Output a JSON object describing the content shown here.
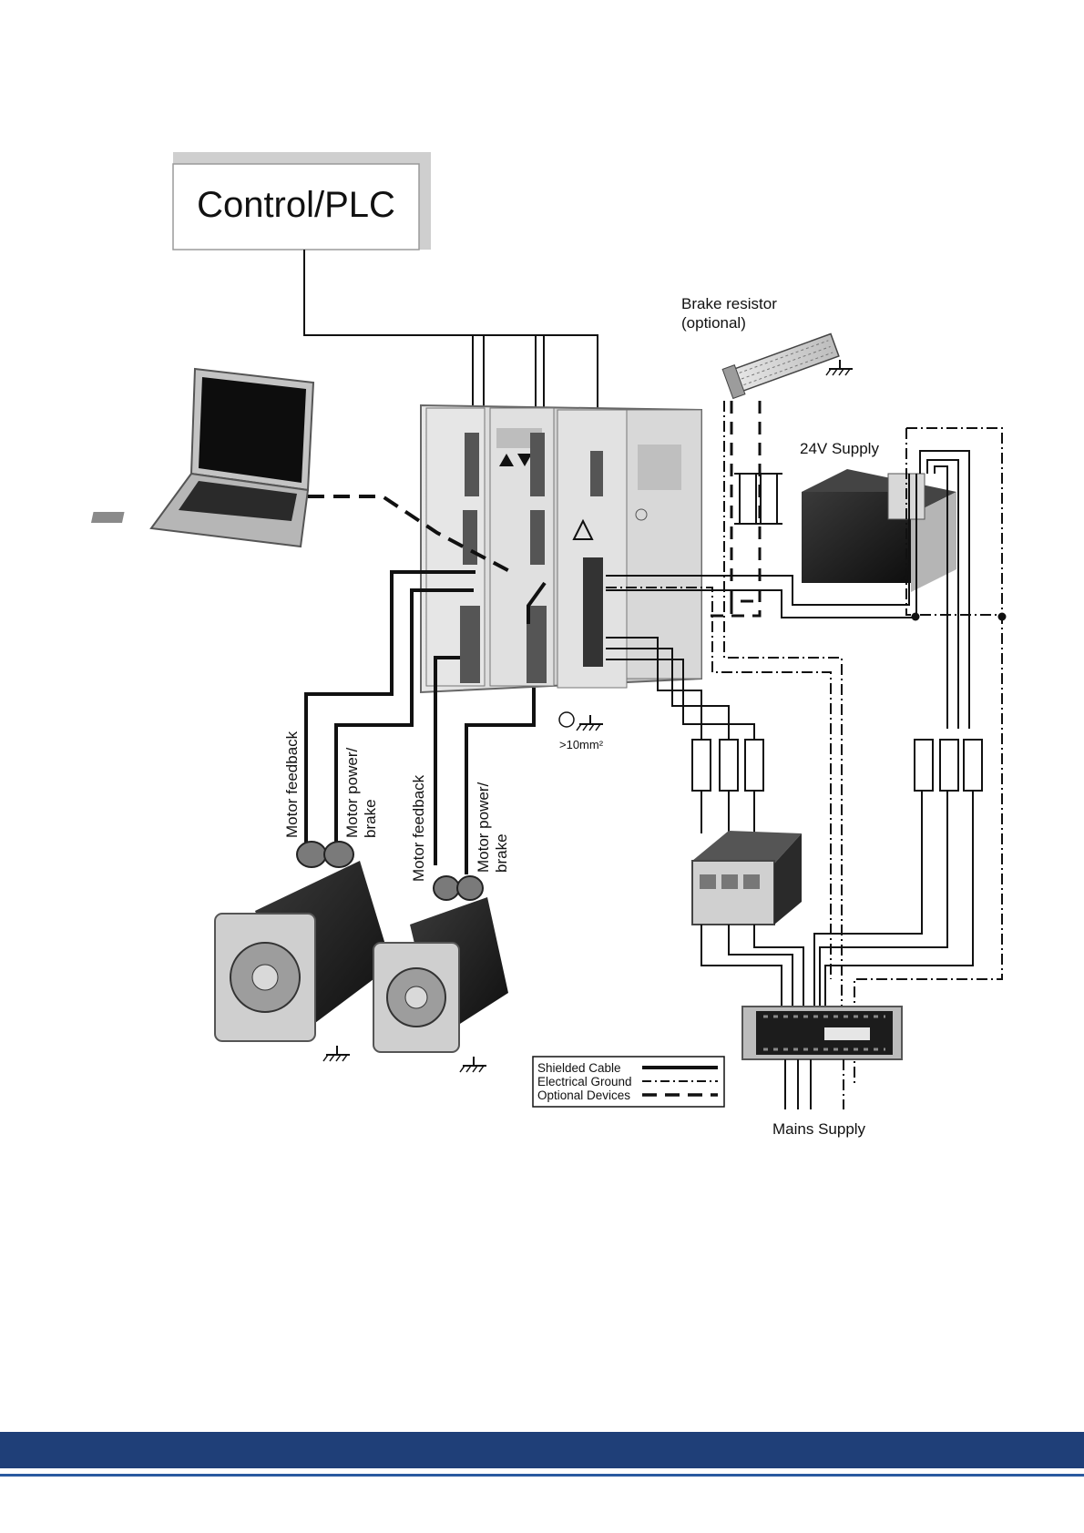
{
  "labels": {
    "control_plc": "Control/PLC",
    "brake_resistor_line1": "Brake resistor",
    "brake_resistor_line2": "(optional)",
    "supply_24v": "24V Supply",
    "ground_cross_section": ">10mm²",
    "motor1_feedback": "Motor feedback",
    "motor1_power_line1": "Motor power/",
    "motor1_power_line2": "brake",
    "motor2_feedback": "Motor feedback",
    "motor2_power_line1": "Motor power/",
    "motor2_power_line2": "brake",
    "mains_supply": "Mains Supply"
  },
  "legend": {
    "shielded_cable": "Shielded Cable",
    "electrical_ground": "Electrical Ground",
    "optional_devices": "Optional Devices"
  },
  "colors": {
    "footer_bar": "#1f3f78",
    "footer_line": "#2a5aa0",
    "wire": "#111111"
  },
  "icons": [
    "laptop-icon",
    "servo-drive-icon",
    "servo-motor-icon",
    "contactor-icon",
    "terminal-block-icon",
    "power-supply-icon",
    "fuse-icon",
    "ground-icon"
  ]
}
